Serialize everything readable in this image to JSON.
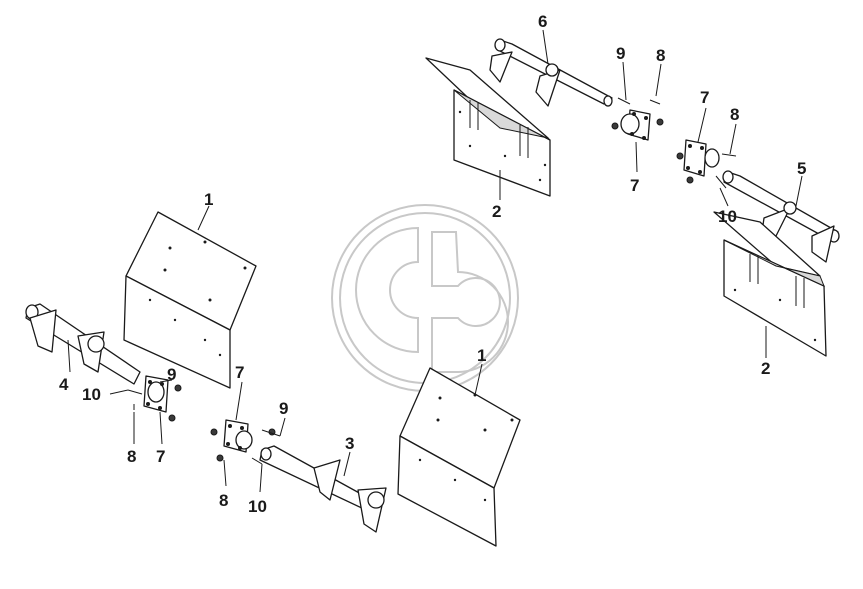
{
  "callouts": [
    {
      "id": "c1a",
      "label": "1"
    },
    {
      "id": "c1b",
      "label": "1"
    },
    {
      "id": "c2a",
      "label": "2"
    },
    {
      "id": "c2b",
      "label": "2"
    },
    {
      "id": "c3",
      "label": "3"
    },
    {
      "id": "c4",
      "label": "4"
    },
    {
      "id": "c5",
      "label": "5"
    },
    {
      "id": "c6",
      "label": "6"
    },
    {
      "id": "c7a",
      "label": "7"
    },
    {
      "id": "c7b",
      "label": "7"
    },
    {
      "id": "c7c",
      "label": "7"
    },
    {
      "id": "c7d",
      "label": "7"
    },
    {
      "id": "c8a",
      "label": "8"
    },
    {
      "id": "c8b",
      "label": "8"
    },
    {
      "id": "c8c",
      "label": "8"
    },
    {
      "id": "c8d",
      "label": "8"
    },
    {
      "id": "c9a",
      "label": "9"
    },
    {
      "id": "c9b",
      "label": "9"
    },
    {
      "id": "c9c",
      "label": "9"
    },
    {
      "id": "c10a",
      "label": "10"
    },
    {
      "id": "c10b",
      "label": "10"
    },
    {
      "id": "c10c",
      "label": "10"
    }
  ],
  "watermark": {
    "icon": "brand-logo-watermark",
    "color": "#c8c8c8"
  },
  "colors": {
    "line": "#1a1a1a",
    "background": "#ffffff"
  }
}
